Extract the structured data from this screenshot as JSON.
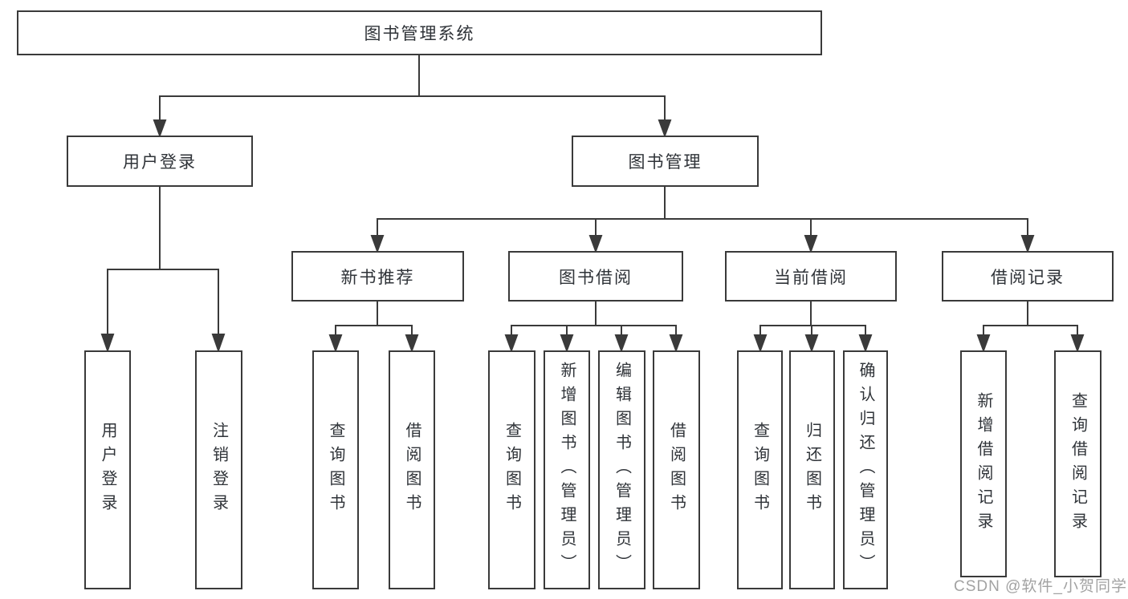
{
  "palette": {
    "line_color": "#3a3a3a",
    "text_color": "#2f3338",
    "background": "#ffffff",
    "watermark_color": "#9b9b9b"
  },
  "watermark": "CSDN @软件_小贺同学",
  "tree": {
    "root": {
      "label": "图书管理系统",
      "children": [
        {
          "label": "用户登录",
          "children": [
            {
              "label": "用户登录"
            },
            {
              "label": "注销登录"
            }
          ]
        },
        {
          "label": "图书管理",
          "children": [
            {
              "label": "新书推荐",
              "children": [
                {
                  "label": "查询图书"
                },
                {
                  "label": "借阅图书"
                }
              ]
            },
            {
              "label": "图书借阅",
              "children": [
                {
                  "label": "查询图书"
                },
                {
                  "label": "新增图书（管理员）"
                },
                {
                  "label": "编辑图书（管理员）"
                },
                {
                  "label": "借阅图书"
                }
              ]
            },
            {
              "label": "当前借阅",
              "children": [
                {
                  "label": "查询图书"
                },
                {
                  "label": "归还图书"
                },
                {
                  "label": "确认归还（管理员）"
                }
              ]
            },
            {
              "label": "借阅记录",
              "children": [
                {
                  "label": "新增借阅记录"
                },
                {
                  "label": "查询借阅记录"
                }
              ]
            }
          ]
        }
      ]
    }
  }
}
